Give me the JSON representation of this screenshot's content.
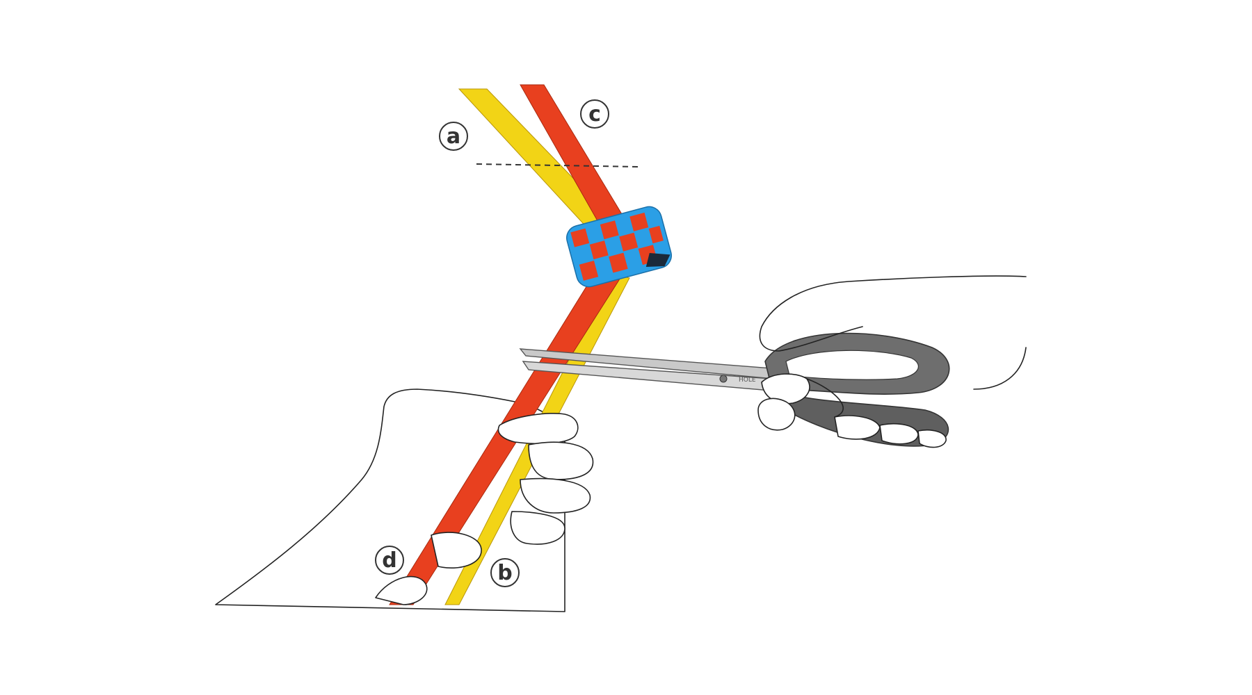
{
  "colors": {
    "ribbon_red": "#e8401f",
    "ribbon_yellow": "#f2d416",
    "ribbon_blue": "#2b9fe6",
    "outline": "#222222",
    "handle_gray": "#6e6e6e",
    "blade_silver": "#c9c9c9",
    "background": "#ffffff"
  },
  "labels": {
    "a": "a",
    "b": "b",
    "c": "c",
    "d": "d"
  },
  "icons": {
    "scissors": "scissors-icon",
    "left_hand": "left-hand-icon",
    "right_hand": "right-hand-icon",
    "woven_knot": "woven-knot-icon"
  },
  "scissors_text": "HOLE"
}
